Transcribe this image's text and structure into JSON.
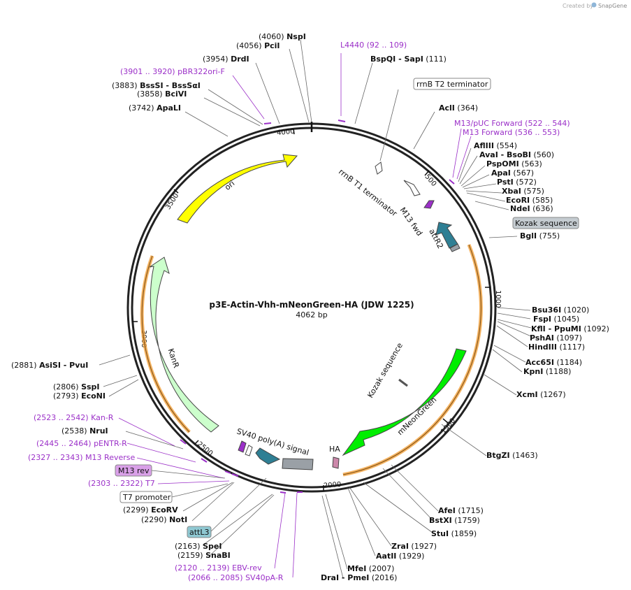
{
  "watermark": {
    "prefix": "Created by",
    "brand": "SnapGene"
  },
  "plasmid": {
    "name": "p3E-Actin-Vhh-mNeonGreen-HA (JDW 1225)",
    "length_label": "4062 bp"
  },
  "ruler": {
    "ticks": [
      "500",
      "1000",
      "1500",
      "2000",
      "2500",
      "3000",
      "3500",
      "4000"
    ]
  },
  "colors": {
    "ori": "#ffff00",
    "kanR": "#ccffcc",
    "mNeonGreen": "#00ee00",
    "att": "#2e7f94",
    "terminator": "#ffffff",
    "primer": "#9b30c8",
    "orange": "#f2a646",
    "polyA": "#9aa0a6",
    "HA": "#cc88aa"
  },
  "sites": [
    {
      "pos": "(4060)",
      "name": "NspI"
    },
    {
      "pos": "(4056)",
      "name": "PciI"
    },
    {
      "pos": "(3954)",
      "name": "DrdI"
    },
    {
      "pos": "(3901 .. 3920)",
      "name": "pBR322ori-F",
      "primer": true
    },
    {
      "pos": "(3883)",
      "name": "BssSI",
      "alt": "- BssSαI"
    },
    {
      "pos": "(3858)",
      "name": "BciVI"
    },
    {
      "pos": "(3742)",
      "name": "ApaLI"
    },
    {
      "pos": "(92 .. 109)",
      "name": "L4440",
      "primer": true
    },
    {
      "pos": "(111)",
      "name": "BspQI",
      "alt": "- SapI"
    },
    {
      "pos": "(364)",
      "name": "AclI"
    },
    {
      "pos": "(522 .. 544)",
      "name": "M13/pUC Forward",
      "primer": true
    },
    {
      "pos": "(536 .. 553)",
      "name": "M13 Forward",
      "primer": true
    },
    {
      "pos": "(554)",
      "name": "AflIII"
    },
    {
      "pos": "(560)",
      "name": "AvaI",
      "alt": "- BsoBI"
    },
    {
      "pos": "(563)",
      "name": "PspOMI"
    },
    {
      "pos": "(567)",
      "name": "ApaI"
    },
    {
      "pos": "(572)",
      "name": "PstI"
    },
    {
      "pos": "(575)",
      "name": "XbaI"
    },
    {
      "pos": "(585)",
      "name": "EcoRI"
    },
    {
      "pos": "(636)",
      "name": "NdeI"
    },
    {
      "pos": "(755)",
      "name": "BglI"
    },
    {
      "pos": "(1020)",
      "name": "Bsu36I"
    },
    {
      "pos": "(1045)",
      "name": "FspI"
    },
    {
      "pos": "(1092)",
      "name": "KflI",
      "alt": "- PpuMI"
    },
    {
      "pos": "(1097)",
      "name": "PshAI"
    },
    {
      "pos": "(1117)",
      "name": "HindIII"
    },
    {
      "pos": "(1184)",
      "name": "Acc65I"
    },
    {
      "pos": "(1188)",
      "name": "KpnI"
    },
    {
      "pos": "(1267)",
      "name": "XcmI"
    },
    {
      "pos": "(1463)",
      "name": "BtgZI"
    },
    {
      "pos": "(1715)",
      "name": "AfeI"
    },
    {
      "pos": "(1759)",
      "name": "BstXI"
    },
    {
      "pos": "(1859)",
      "name": "StuI"
    },
    {
      "pos": "(1927)",
      "name": "ZraI"
    },
    {
      "pos": "(1929)",
      "name": "AatII"
    },
    {
      "pos": "(2007)",
      "name": "MfeI"
    },
    {
      "pos": "(2016)",
      "name": "DraI",
      "alt": "- PmeI"
    },
    {
      "pos": "(2881)",
      "name": "AsiSI",
      "alt": "- PvuI"
    },
    {
      "pos": "(2806)",
      "name": "SspI"
    },
    {
      "pos": "(2793)",
      "name": "EcoNI"
    },
    {
      "pos": "(2523 .. 2542)",
      "name": "Kan-R",
      "primer": true
    },
    {
      "pos": "(2538)",
      "name": "NruI"
    },
    {
      "pos": "(2445 .. 2464)",
      "name": "pENTR-R",
      "primer": true
    },
    {
      "pos": "(2327 .. 2343)",
      "name": "M13 Reverse",
      "primer": true
    },
    {
      "pos": "(2303 .. 2322)",
      "name": "T7",
      "primer": true
    },
    {
      "pos": "(2299)",
      "name": "EcoRV"
    },
    {
      "pos": "(2290)",
      "name": "NotI"
    },
    {
      "pos": "(2163)",
      "name": "SpeI"
    },
    {
      "pos": "(2159)",
      "name": "SnaBI"
    },
    {
      "pos": "(2120 .. 2139)",
      "name": "EBV-rev",
      "primer": true
    },
    {
      "pos": "(2066 .. 2085)",
      "name": "SV40pA-R",
      "primer": true
    }
  ],
  "boxes": {
    "rrnB_T2": "rrnB T2 terminator",
    "kozak": "Kozak sequence",
    "m13rev": "M13 rev",
    "t7prom": "T7 promoter",
    "attL3": "attL3"
  },
  "features": {
    "ori": "ori",
    "kanR": "KanR",
    "rrnB_T1": "rrnB T1 terminator",
    "m13fwd": "M13 fwd",
    "attR2": "attR2",
    "kozak_inner": "Kozak sequence",
    "mNeonGreen": "mNeonGreen",
    "sv40": "SV40 poly(A) signal",
    "ha": "HA"
  }
}
